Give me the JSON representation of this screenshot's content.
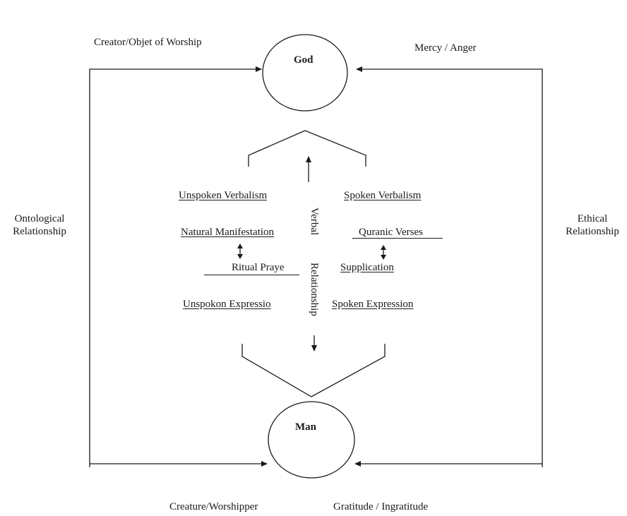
{
  "nodes": {
    "god": "God",
    "man": "Man"
  },
  "relations": {
    "top_left": "Creator/Objet of Worship",
    "top_right": "Mercy / Anger",
    "left": "Ontological\nRelationship",
    "right": "Ethical\nRelationship",
    "bottom_left": "Creature/Worshipper",
    "bottom_right": "Gratitude / Ingratitude"
  },
  "verbal": {
    "vertical_word_1": "Verbal",
    "vertical_word_2": "Relationship"
  },
  "left_column": {
    "heading": "Unspoken Verbalism",
    "item1": "Natural Manifestation",
    "item2": "Ritual Praye",
    "item3": "Unspokon Expressio"
  },
  "right_column": {
    "heading": "Spoken Verbalism",
    "item1": "Quranic Verses",
    "item2": "Supplication",
    "item3": "Spoken Expression"
  }
}
